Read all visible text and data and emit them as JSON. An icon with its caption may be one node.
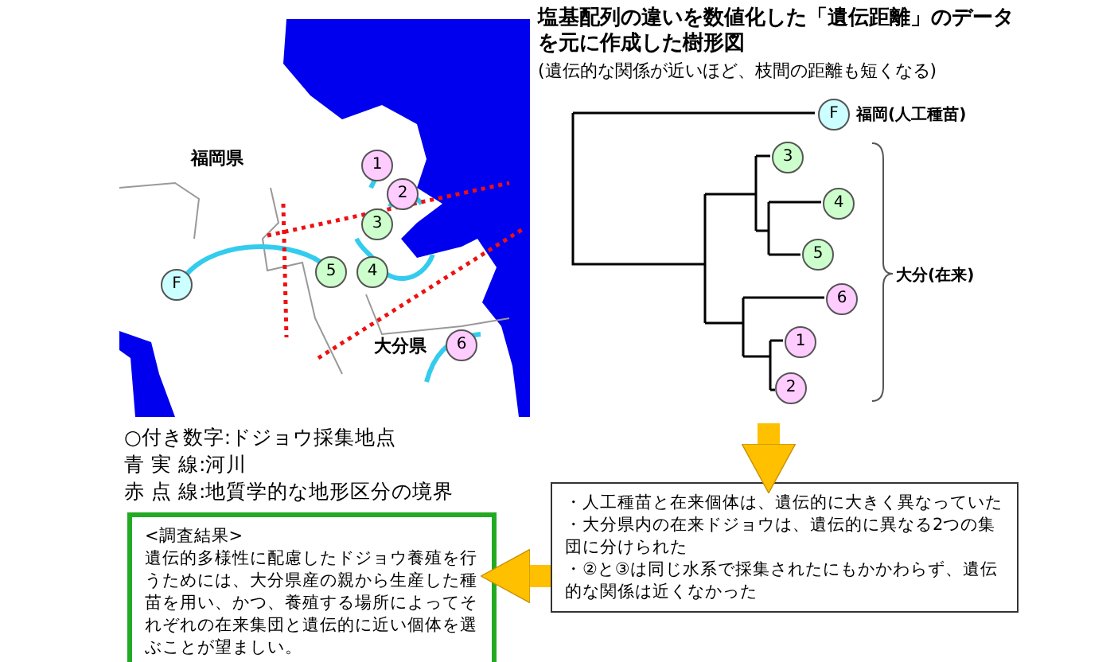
{
  "diagram": {
    "title": "塩基配列の違いを数値化した「遺伝距離」のデータを元に作成した樹形図",
    "nodes": [
      {
        "text": [
          "1"
        ]
      },
      {
        "text": [
          "2"
        ]
      },
      {
        "text": [
          "3"
        ]
      },
      {
        "text": [
          "5"
        ]
      },
      {
        "text": [
          "4"
        ]
      },
      {
        "text": [
          "F"
        ]
      },
      {
        "text": [
          "6"
        ]
      },
      {
        "text": [
          "F"
        ],
        "beside": [
          "福岡(人工種苗)"
        ]
      },
      {
        "text": [
          "3"
        ]
      },
      {
        "text": [
          "4"
        ]
      },
      {
        "text": [
          "5"
        ]
      },
      {
        "text": [
          "6"
        ]
      },
      {
        "text": [
          "1"
        ]
      },
      {
        "text": [
          "2"
        ]
      },
      {
        "text": [
          "・人工種苗と在来個体は、遺伝的に大きく異なっていた",
          "・大分県内の在来ドジョウは、遺伝的に異なる2つの集団に分けられた",
          "・②と③は同じ水系で採集されたにもかかわらず、遺伝的な関係は近くなかった"
        ]
      },
      {
        "text": [
          "<調査結果>",
          "遺伝的多様性に配慮したドジョウ養殖を行うためには、大分県産の親から生産した種苗を用い、かつ、養殖する場所によってそれぞれの在来集団と遺伝的に近い個体を選ぶことが望ましい。"
        ]
      }
    ],
    "edges": [
      {
        "from": null,
        "to": 14,
        "arrow": "to"
      },
      {
        "from": 14,
        "to": 15,
        "arrow": "to"
      }
    ],
    "labels": [
      "(遺伝的な関係が近いほど、枝間の距離も短くなる)",
      "福岡県",
      "大分県",
      "大分(在来)",
      "○付き数字:ドジョウ採集地点",
      "青 実 線:河川",
      "赤 点 線:地質学的な地形区分の境界"
    ]
  }
}
